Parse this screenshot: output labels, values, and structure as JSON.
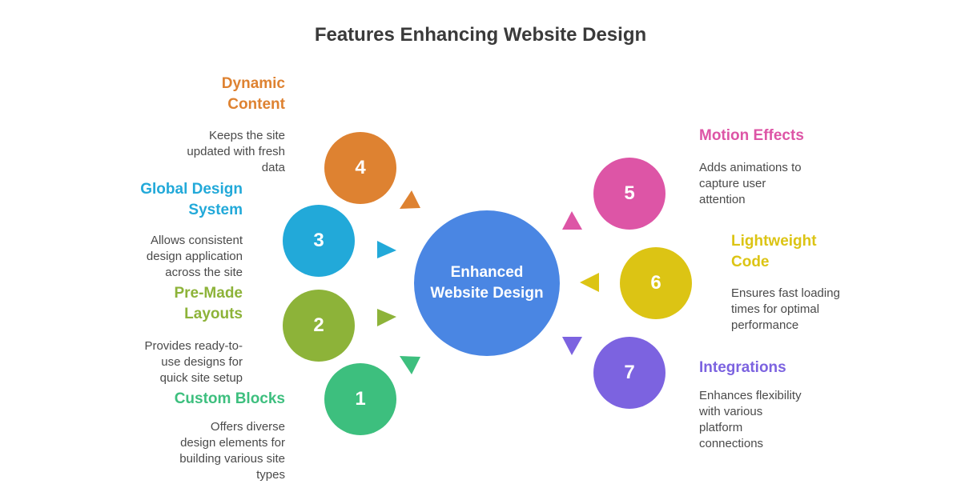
{
  "title": "Features Enhancing Website Design",
  "hub": {
    "line1": "Enhanced",
    "line2": "Website Design",
    "color": "#4a86e3"
  },
  "features": [
    {
      "number": "1",
      "title_line1": "Custom Blocks",
      "title_line2": "",
      "description": [
        "Offers diverse",
        "design elements for",
        "building various site",
        "types"
      ],
      "color": "#3dbf7e"
    },
    {
      "number": "2",
      "title_line1": "Pre-Made",
      "title_line2": "Layouts",
      "description": [
        "Provides ready-to-",
        "use designs for",
        "quick site setup"
      ],
      "color": "#8db339"
    },
    {
      "number": "3",
      "title_line1": "Global Design",
      "title_line2": "System",
      "description": [
        "Allows consistent",
        "design application",
        "across the site"
      ],
      "color": "#22a9d9"
    },
    {
      "number": "4",
      "title_line1": "Dynamic",
      "title_line2": "Content",
      "description": [
        "Keeps the site",
        "updated with fresh",
        "data"
      ],
      "color": "#de8231"
    },
    {
      "number": "5",
      "title_line1": "Motion Effects",
      "title_line2": "",
      "description": [
        "Adds animations to",
        "capture user",
        "attention"
      ],
      "color": "#dd55a6"
    },
    {
      "number": "6",
      "title_line1": "Lightweight",
      "title_line2": "Code",
      "description": [
        "Ensures fast loading",
        "times for optimal",
        "performance"
      ],
      "color": "#dcc414"
    },
    {
      "number": "7",
      "title_line1": "Integrations",
      "title_line2": "",
      "description": [
        "Enhances flexibility",
        "with various",
        "platform",
        "connections"
      ],
      "color": "#7c63e0"
    }
  ]
}
